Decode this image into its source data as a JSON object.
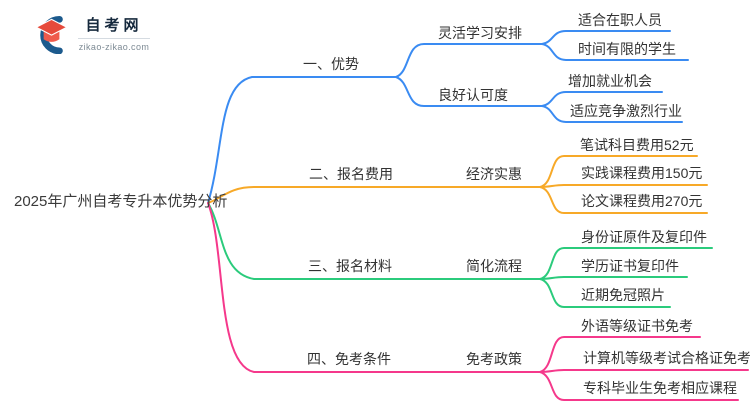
{
  "logo": {
    "title": "自考网",
    "domain": "zikao-zikao.com",
    "icon": "graduation-cap-icon",
    "colors": {
      "cap_red": "#E64A3B",
      "cap_red_light": "#EF5B4C",
      "swoosh_blue": "#1C5A8D",
      "title_text": "#16293D",
      "domain_text": "#7E8B95"
    }
  },
  "central_topic": "2025年广州自考专升本优势分析",
  "branches": [
    {
      "label": "一、优势",
      "color": "#3A8BF2",
      "children": [
        {
          "label": "灵活学习安排",
          "children": [
            {
              "label": "适合在职人员"
            },
            {
              "label": "时间有限的学生"
            }
          ]
        },
        {
          "label": "良好认可度",
          "children": [
            {
              "label": "增加就业机会"
            },
            {
              "label": "适应竞争激烈行业"
            }
          ]
        }
      ]
    },
    {
      "label": "二、报名费用",
      "color": "#F7A928",
      "children": [
        {
          "label": "经济实惠",
          "children": [
            {
              "label": "笔试科目费用52元"
            },
            {
              "label": "实践课程费用150元"
            },
            {
              "label": "论文课程费用270元"
            }
          ]
        }
      ]
    },
    {
      "label": "三、报名材料",
      "color": "#2BCB7C",
      "children": [
        {
          "label": "简化流程",
          "children": [
            {
              "label": "身份证原件及复印件"
            },
            {
              "label": "学历证书复印件"
            },
            {
              "label": "近期免冠照片"
            }
          ]
        }
      ]
    },
    {
      "label": "四、免考条件",
      "color": "#F5388B",
      "children": [
        {
          "label": "免考政策",
          "children": [
            {
              "label": "外语等级证书免考"
            },
            {
              "label": "计算机等级考试合格证免考"
            },
            {
              "label": "专科毕业生免考相应课程"
            }
          ]
        }
      ]
    }
  ]
}
